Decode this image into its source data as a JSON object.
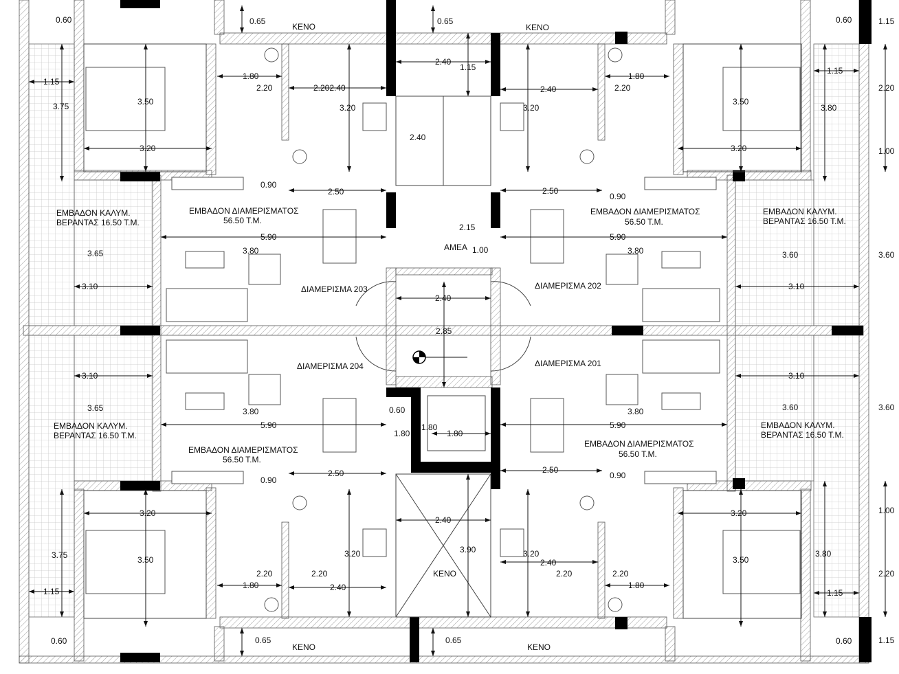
{
  "labels": {
    "keno": "KENO",
    "veranda_line1": "ΕΜΒΑΔΟΝ ΚΑΛΥΜ.",
    "veranda_line2": "ΒΕΡΑΝΤΑΣ 16.50 Τ.Μ.",
    "apt_area_line1": "ΕΜΒΑΔΟΝ ΔΙΑΜΕΡΙΣΜΑΤΟΣ",
    "apt_area_line2": "56.50 Τ.Μ.",
    "amea": "ΑΜΕΑ",
    "apt_203": "ΔΙΑΜΕΡΙΣΜΑ 203",
    "apt_202": "ΔΙΑΜΕΡΙΣΜΑ 202",
    "apt_204": "ΔΙΑΜΕΡΙΣΜΑ 204",
    "apt_201": "ΔΙΑΜΕΡΙΣΜΑ 201"
  },
  "dimensions": {
    "d060": "0.60",
    "d065": "0.65",
    "d115": "1.15",
    "d375": "3.75",
    "d350": "3.50",
    "d320": "3.20",
    "d180": "1.80",
    "d220": "2.20",
    "d2202_40": "2.202.40",
    "d240": "2.40",
    "d380": "3.80",
    "d090": "0.90",
    "d250": "2.50",
    "d365": "3.65",
    "d590": "5.90",
    "d310": "3.10",
    "d215": "2.15",
    "d100": "1.00",
    "d360": "3.60",
    "d285": "2.85",
    "d390": "3.90"
  }
}
